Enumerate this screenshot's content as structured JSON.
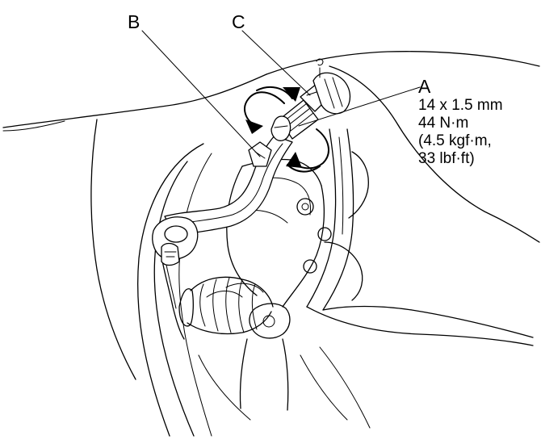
{
  "callouts": {
    "a": {
      "letter": "A",
      "spec_lines": [
        "14 x 1.5 mm",
        "44 N·m",
        "(4.5 kgf·m,",
        "33 lbf·ft)"
      ]
    },
    "b": {
      "letter": "B"
    },
    "c": {
      "letter": "C"
    }
  }
}
